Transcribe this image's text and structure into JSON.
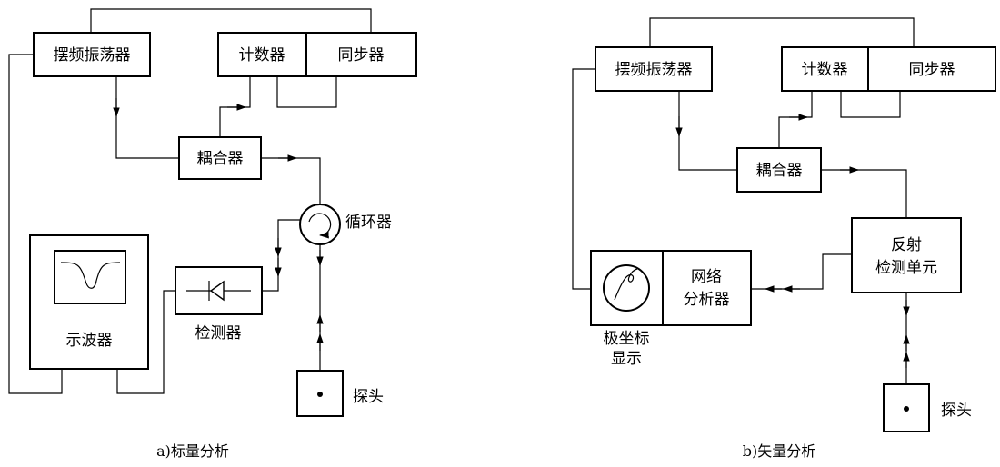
{
  "left": {
    "oscillator": "摆频振荡器",
    "counter": "计数器",
    "synchronizer": "同步器",
    "coupler": "耦合器",
    "circulator": "循环器",
    "oscilloscope": "示波器",
    "detector": "检测器",
    "probe": "探头",
    "caption": "a)标量分析"
  },
  "right": {
    "oscillator": "摆频振荡器",
    "counter": "计数器",
    "synchronizer": "同步器",
    "coupler": "耦合器",
    "reflection_unit_line1": "反射",
    "reflection_unit_line2": "检测单元",
    "network_analyzer_line1": "网络",
    "network_analyzer_line2": "分析器",
    "polar_display_line1": "极坐标",
    "polar_display_line2": "显示",
    "probe": "探头",
    "caption": "b)矢量分析"
  }
}
